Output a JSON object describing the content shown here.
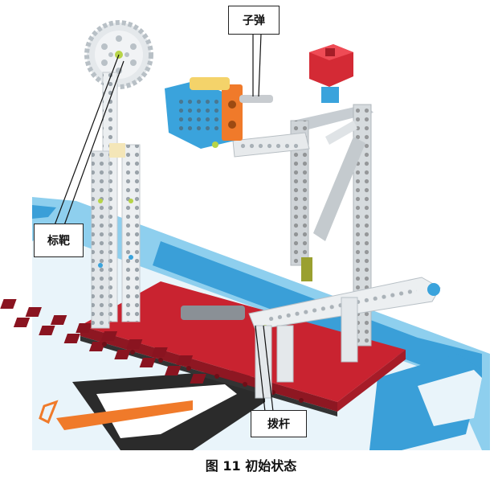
{
  "labels": {
    "bullet": "子弹",
    "target": "标靶",
    "lever": "拨杆"
  },
  "caption": "图 11 初始状态",
  "colors": {
    "base_red": "#d42a35",
    "frame_white": "#eceff1",
    "frame_gray": "#c7cdd2",
    "accent_blue": "#3aa3dc",
    "accent_orange": "#f07a2a",
    "mat_blue": "#5cc0ea",
    "mat_dark": "#2a2a2a"
  }
}
